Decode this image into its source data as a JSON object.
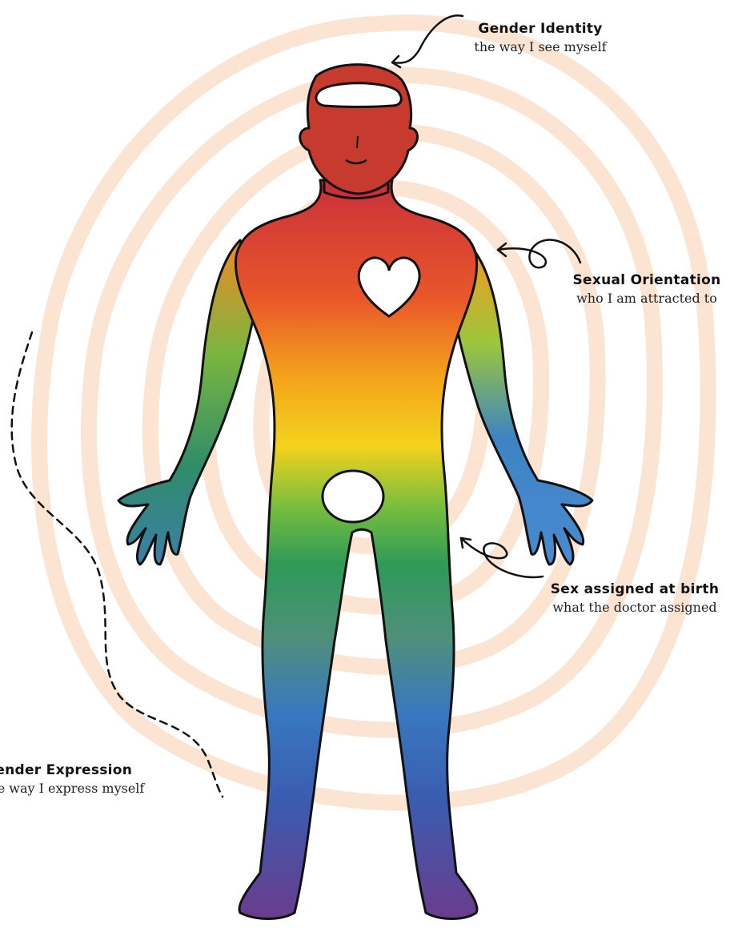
{
  "labels": {
    "gender_identity": {
      "title": "Gender Identity",
      "desc": "the way I see myself"
    },
    "sexual_orientation": {
      "title": "Sexual Orientation",
      "desc": "who I am attracted to"
    },
    "sex_assigned": {
      "title": "Sex assigned at birth",
      "desc": "what the doctor assigned"
    },
    "gender_expression": {
      "title": "Gender Expression",
      "desc": "the way I express myself"
    }
  },
  "colors": {
    "rings": "#fbe4d2",
    "outline": "#111111"
  }
}
